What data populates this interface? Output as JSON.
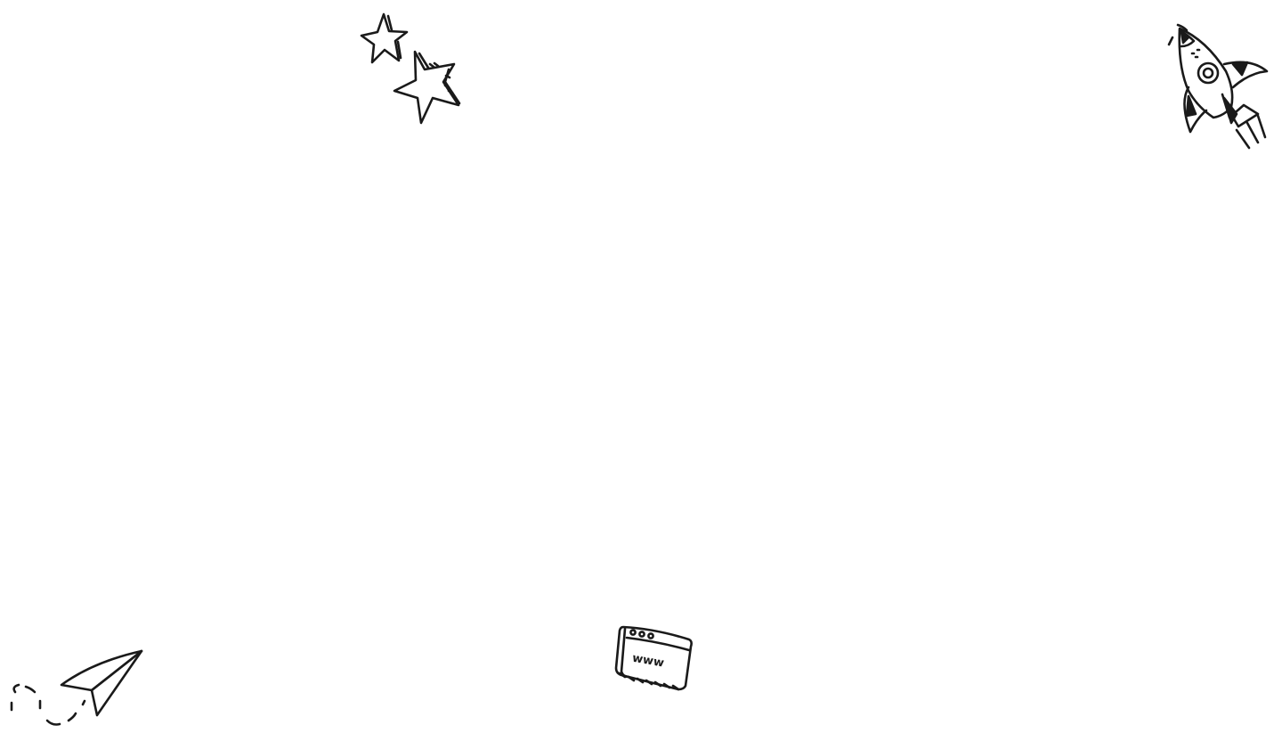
{
  "illustrations": {
    "stars": "stars-doodle",
    "rocket": "rocket-doodle",
    "paper_plane": "paper-plane-doodle",
    "browser": {
      "name": "browser-window-doodle",
      "text": "www"
    }
  },
  "colors": {
    "background": "#ffffff",
    "ink": "#1a1a1a"
  }
}
